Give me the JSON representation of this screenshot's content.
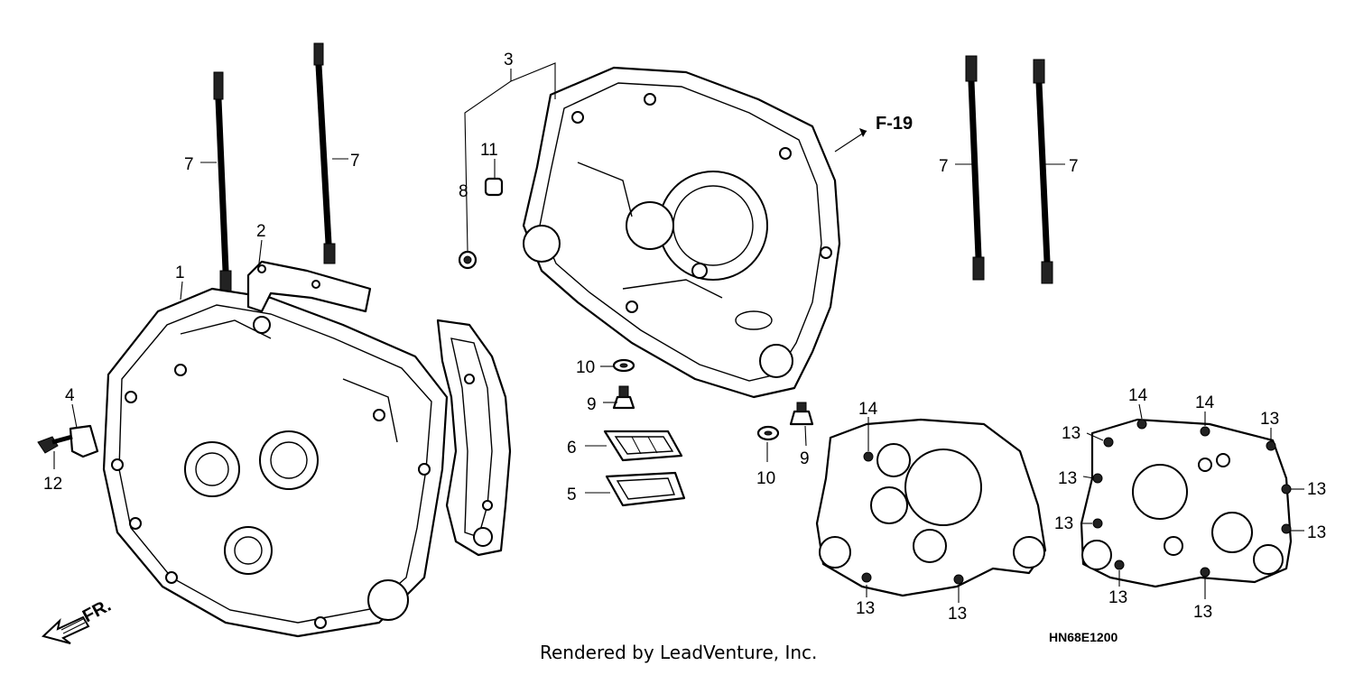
{
  "diagram": {
    "callouts": {
      "c1": "1",
      "c2": "2",
      "c3": "3",
      "c4": "4",
      "c5": "5",
      "c6": "6",
      "c7a": "7",
      "c7b": "7",
      "c7c": "7",
      "c7d": "7",
      "c8": "8",
      "c9a": "9",
      "c9b": "9",
      "c10a": "10",
      "c10b": "10",
      "c11": "11",
      "c12": "12",
      "c13a": "13",
      "c13b": "13",
      "c13c": "13",
      "c13d": "13",
      "c13e": "13",
      "c13f": "13",
      "c13g": "13",
      "c13h": "13",
      "c13i": "13",
      "c13j": "13",
      "c14a": "14",
      "c14b": "14",
      "c14c": "14"
    },
    "ref_label": "F-19",
    "direction_label": "FR.",
    "diagram_code": "HN68E1200",
    "footer": "Rendered by LeadVenture, Inc."
  }
}
